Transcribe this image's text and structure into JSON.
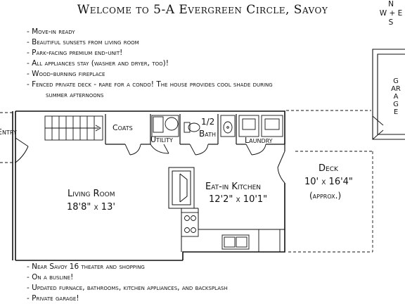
{
  "title": "Welcome to 5-A Evergreen Circle, Savoy",
  "features_top": [
    "- Move-in ready",
    "- Beautiful sunsets from living room",
    "- Park-facing premium end-unit!",
    "- All appliances stay (washer and dryer, too)!",
    "- Wood-burning fireplace",
    "- Fenced private deck - rare for a condo! The house provides cool shade during"
  ],
  "features_top_continuation": "summer afternoons",
  "features_bottom": [
    "- Near Savoy 16 theater and shopping",
    "- On a busline!",
    "- Updated furnace, bathrooms, kitchen appliances, and backsplash",
    "- Private garage!"
  ],
  "compass": {
    "north": "N",
    "west_east": "W + E",
    "south": "S"
  },
  "rooms": {
    "entry": "Entry",
    "coats": "Coats",
    "utility": "Utility",
    "bath_line1": "1/2",
    "bath_line2": "Bath",
    "laundry": "Laundry",
    "living_room": "Living Room",
    "living_room_dim": "18'8\" x 13'",
    "kitchen": "Eat-in Kitchen",
    "kitchen_dim": "12'2\" x 10'1\"",
    "deck": "Deck",
    "deck_dim": "10' x 16'4\"",
    "deck_note": "(approx.)",
    "garage": "GARAGE"
  }
}
